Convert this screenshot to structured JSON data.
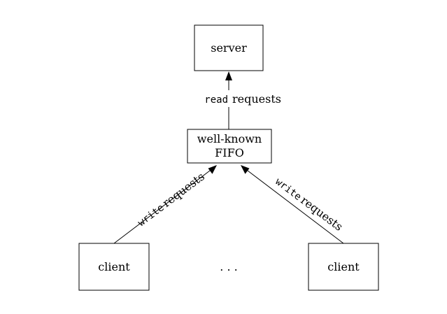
{
  "nodes": {
    "server": "server",
    "fifo_line1": "well-known",
    "fifo_line2": "FIFO",
    "client_left": "client",
    "client_right": "client",
    "ellipsis": ". . ."
  },
  "edges": {
    "read": {
      "code": "read",
      "text": "requests"
    },
    "write_left": {
      "code": "write",
      "text": "requests"
    },
    "write_right": {
      "code": "write",
      "text": "requests"
    }
  }
}
